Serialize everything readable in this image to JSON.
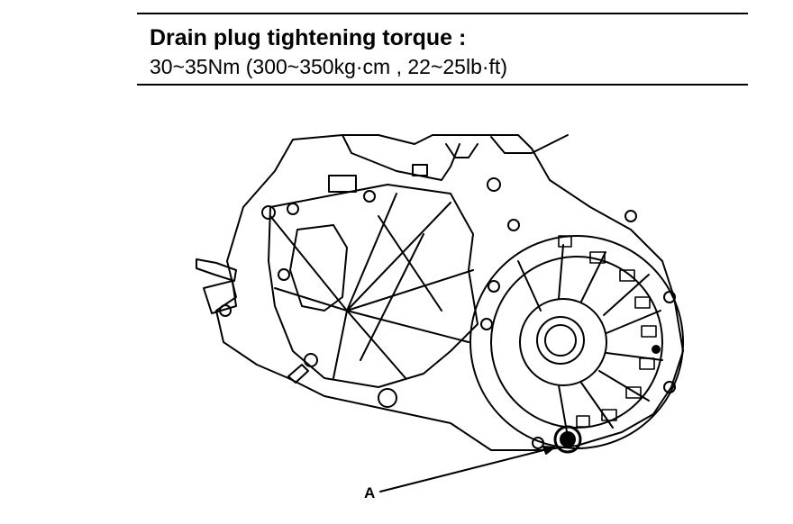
{
  "spec": {
    "title": "Drain plug tightening torque :",
    "value": "30~35Nm (300~350kg·cm , 22~25lb·ft)"
  },
  "diagram": {
    "subject": "transaxle-case-drain-plug",
    "callout_label": "A"
  }
}
